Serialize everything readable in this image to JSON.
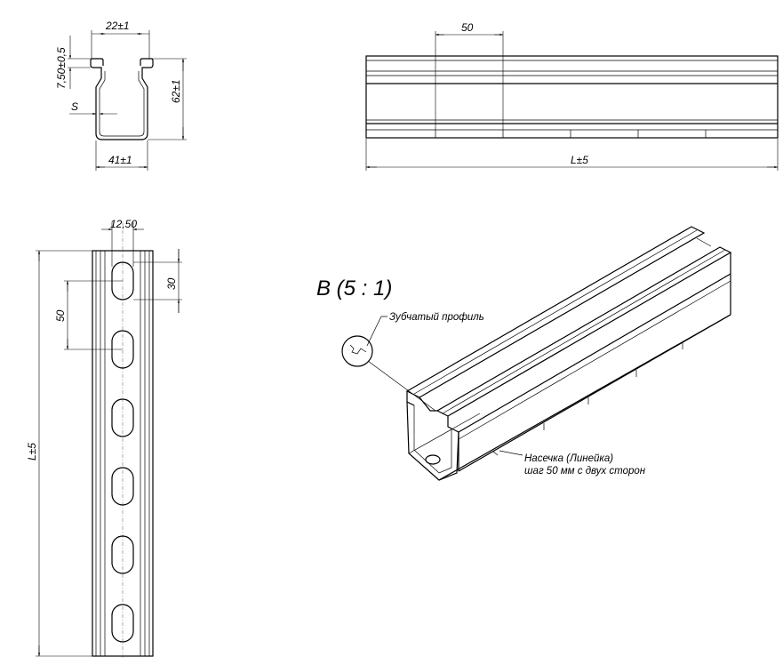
{
  "cross_section": {
    "width_top": "22±1",
    "lip": "7,50±0,5",
    "thickness": "S",
    "height": "62±1",
    "width_bottom": "41±1"
  },
  "side_view": {
    "pitch": "50",
    "length": "L±5"
  },
  "front_view": {
    "slot_width": "12,50",
    "slot_length": "30",
    "pitch": "50",
    "length": "L±5"
  },
  "detail": {
    "title": "B (5 : 1)",
    "tooth_note": "Зубчатый профиль",
    "notch_note_line1": "Насечка (Линейка)",
    "notch_note_line2": "шаг 50 мм с двух сторон"
  }
}
